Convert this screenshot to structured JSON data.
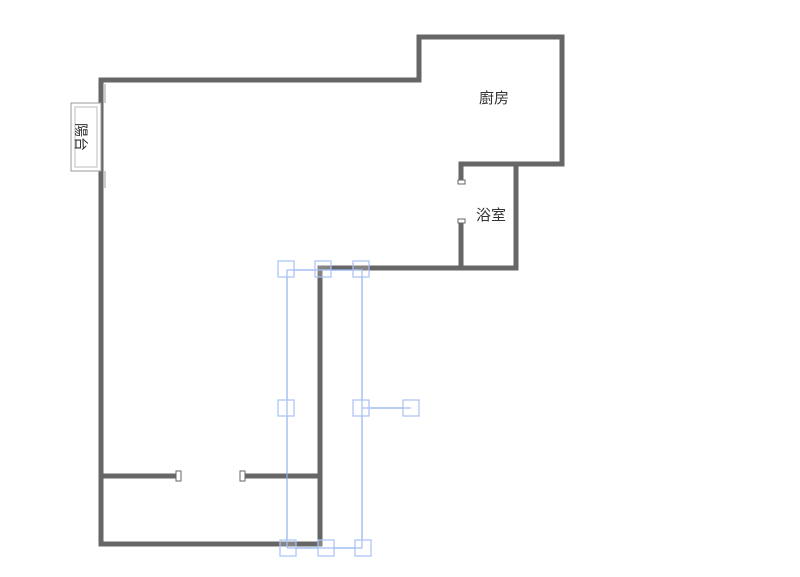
{
  "plan": {
    "rooms": [
      {
        "id": "kitchen",
        "label": "廚房"
      },
      {
        "id": "bathroom",
        "label": "浴室"
      },
      {
        "id": "balcony",
        "label": "陽台"
      }
    ],
    "colors": {
      "wall": "#666666",
      "selection": "#8fb0f0",
      "handle": "#a9c2f5",
      "background": "#ffffff"
    }
  }
}
